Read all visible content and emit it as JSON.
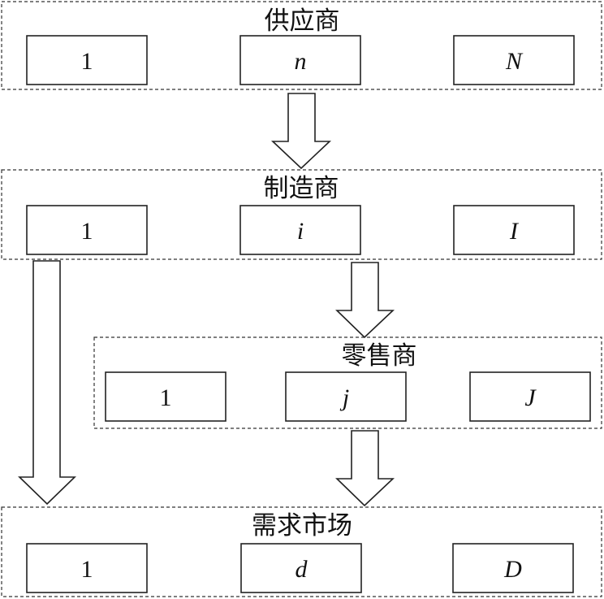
{
  "tiers": [
    {
      "title": "供应商",
      "nodes": [
        "1",
        "n",
        "N"
      ]
    },
    {
      "title": "制造商",
      "nodes": [
        "1",
        "i",
        "I"
      ]
    },
    {
      "title": "零售商",
      "nodes": [
        "1",
        "j",
        "J"
      ]
    },
    {
      "title": "需求市场",
      "nodes": [
        "1",
        "d",
        "D"
      ]
    }
  ]
}
